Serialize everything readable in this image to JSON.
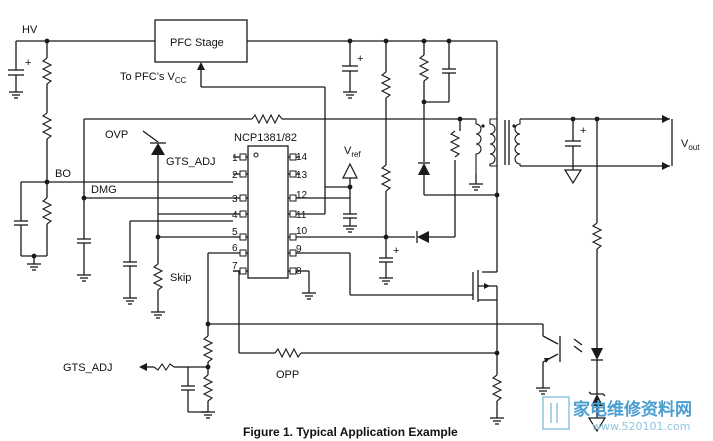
{
  "figure": {
    "caption": "Figure 1. Typical Application Example"
  },
  "labels": {
    "hv": "HV",
    "pfc_stage": "PFC Stage",
    "to_pfc_vcc": "To PFC’s V",
    "to_pfc_vcc_sub": "CC",
    "ovp": "OVP",
    "gts_adj_pin": "GTS_ADJ",
    "bo": "BO",
    "dmg": "DMG",
    "ic_name": "NCP1381/82",
    "vref": "V",
    "vref_sub": "ref",
    "vout": "V",
    "vout_sub": "out",
    "skip": "Skip",
    "gts_adj_out": "GTS_ADJ",
    "opp": "OPP",
    "plus": "+"
  },
  "ic_pins": {
    "left": [
      "1",
      "2",
      "3",
      "4",
      "5",
      "6",
      "7"
    ],
    "right": [
      "14",
      "13",
      "12",
      "11",
      "10",
      "9",
      "8"
    ]
  },
  "watermark": {
    "title": "家电维修资料网",
    "url": "www.520101.com"
  }
}
